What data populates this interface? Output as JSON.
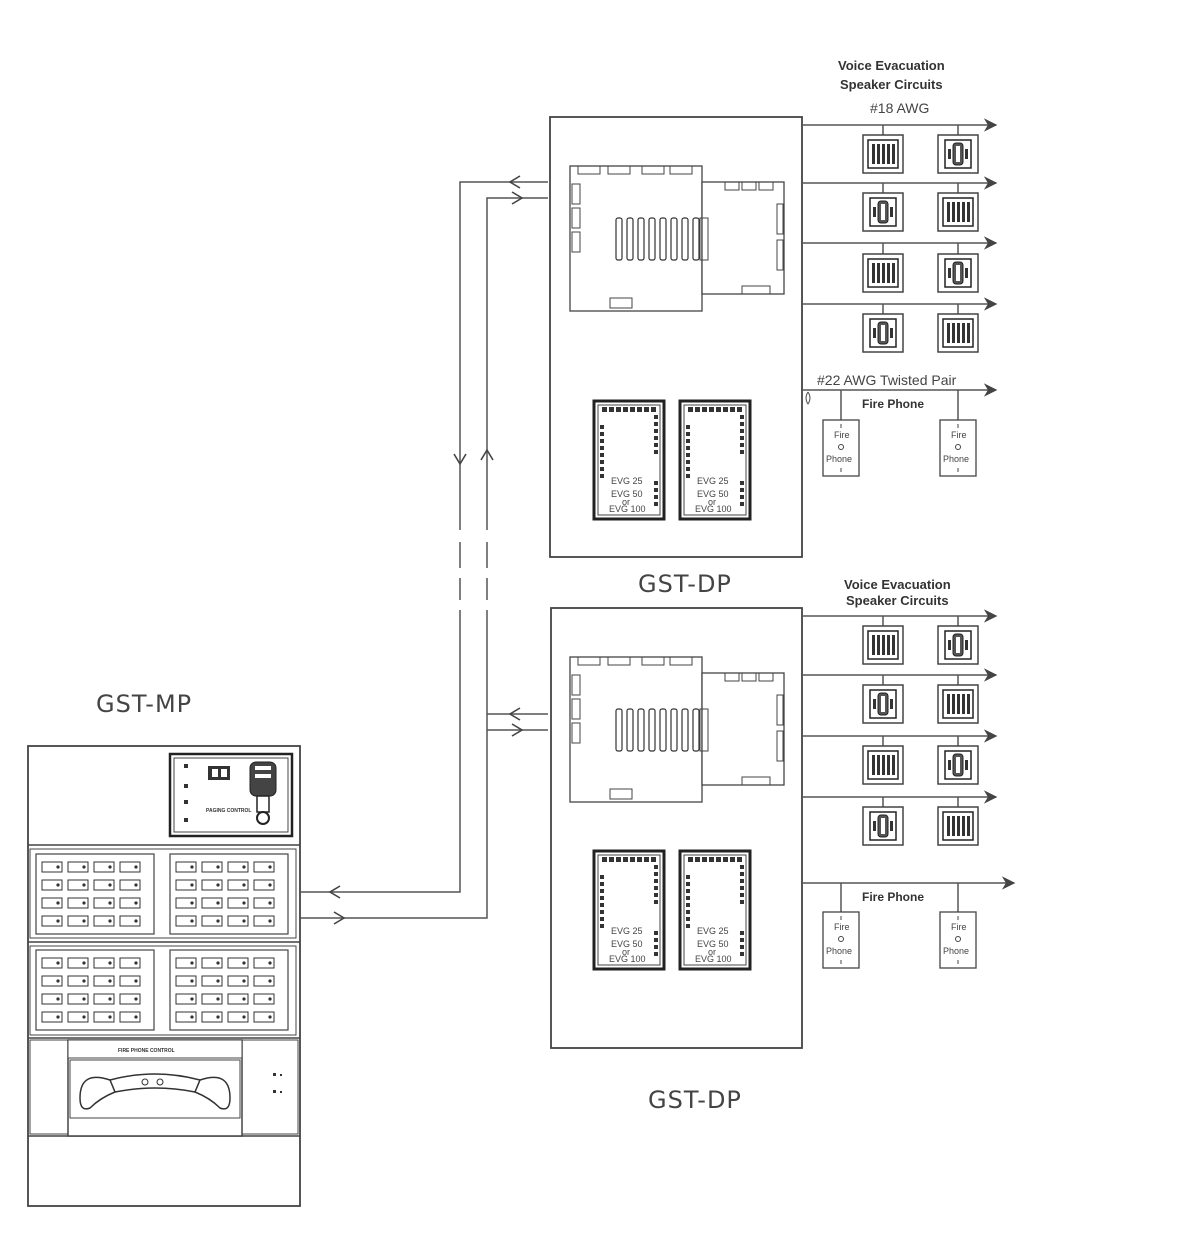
{
  "mp": {
    "title": "GST-MP",
    "paging_label": "PAGING CONTROL",
    "phone_control_label": "FIRE PHONE CONTROL"
  },
  "dp_top": {
    "title": "GST-DP",
    "speaker_header_1": "Voice Evacuation",
    "speaker_header_2": "Speaker Circuits",
    "speaker_awg": "#18 AWG",
    "phone_awg": "#22 AWG Twisted Pair",
    "fire_phone": "Fire Phone",
    "amp_1_label_a": "EVG 25",
    "amp_1_label_b": "EVG 50",
    "amp_1_label_c": "or",
    "amp_1_label_d": "EVG 100",
    "amp_2_label_a": "EVG 25",
    "amp_2_label_b": "EVG 50",
    "amp_2_label_c": "or",
    "amp_2_label_d": "EVG 100"
  },
  "dp_bottom": {
    "title": "GST-DP",
    "speaker_header_1": "Voice Evacuation",
    "speaker_header_2": "Speaker Circuits",
    "fire_phone": "Fire Phone",
    "amp_1_label_a": "EVG 25",
    "amp_1_label_b": "EVG 50",
    "amp_1_label_c": "or",
    "amp_1_label_d": "EVG 100",
    "amp_2_label_a": "EVG 25",
    "amp_2_label_b": "EVG 50",
    "amp_2_label_c": "or",
    "amp_2_label_d": "EVG 100"
  },
  "fire_phone_station": {
    "line1": "Fire",
    "line2": "Phone"
  },
  "colors": {
    "line": "#555555",
    "outline": "#333333",
    "background": "#ffffff"
  }
}
